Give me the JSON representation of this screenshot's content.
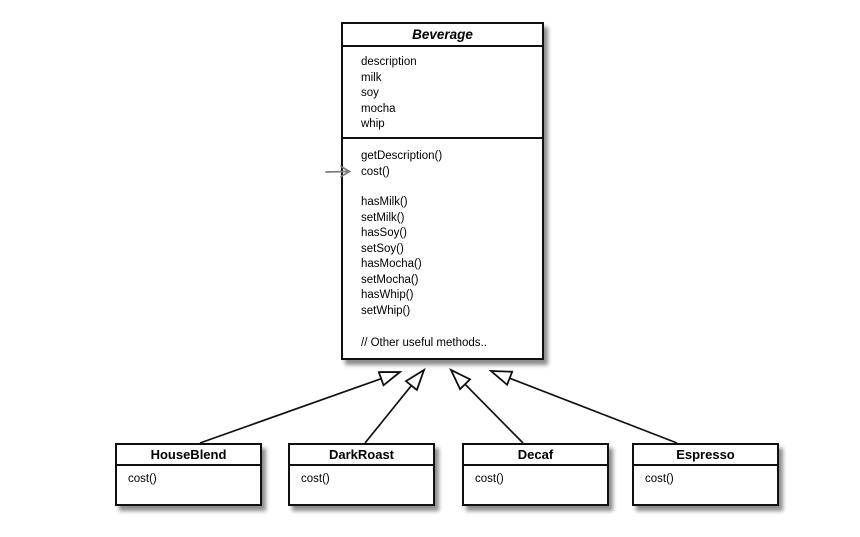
{
  "classes": {
    "beverage": {
      "name": "Beverage",
      "attributes": [
        "description",
        "milk",
        "soy",
        "mocha",
        "whip"
      ],
      "methods_group1": [
        "getDescription()",
        "cost()"
      ],
      "methods_group2": [
        "hasMilk()",
        "setMilk()",
        "hasSoy()",
        "setSoy()",
        "hasMocha()",
        "setMocha()",
        "hasWhip()",
        "setWhip()"
      ],
      "comment": "// Other useful methods.."
    },
    "subclasses": [
      {
        "name": "HouseBlend",
        "methods": [
          "cost()"
        ]
      },
      {
        "name": "DarkRoast",
        "methods": [
          "cost()"
        ]
      },
      {
        "name": "Decaf",
        "methods": [
          "cost()"
        ]
      },
      {
        "name": "Espresso",
        "methods": [
          "cost()"
        ]
      }
    ]
  },
  "relations": {
    "type": "generalization",
    "arrowhead": "open-triangle",
    "targets_parent": "Beverage"
  },
  "colors": {
    "line": "#101010",
    "box_background": "#ffffff",
    "cost_pointer_arrow": "#7d7d7d"
  }
}
